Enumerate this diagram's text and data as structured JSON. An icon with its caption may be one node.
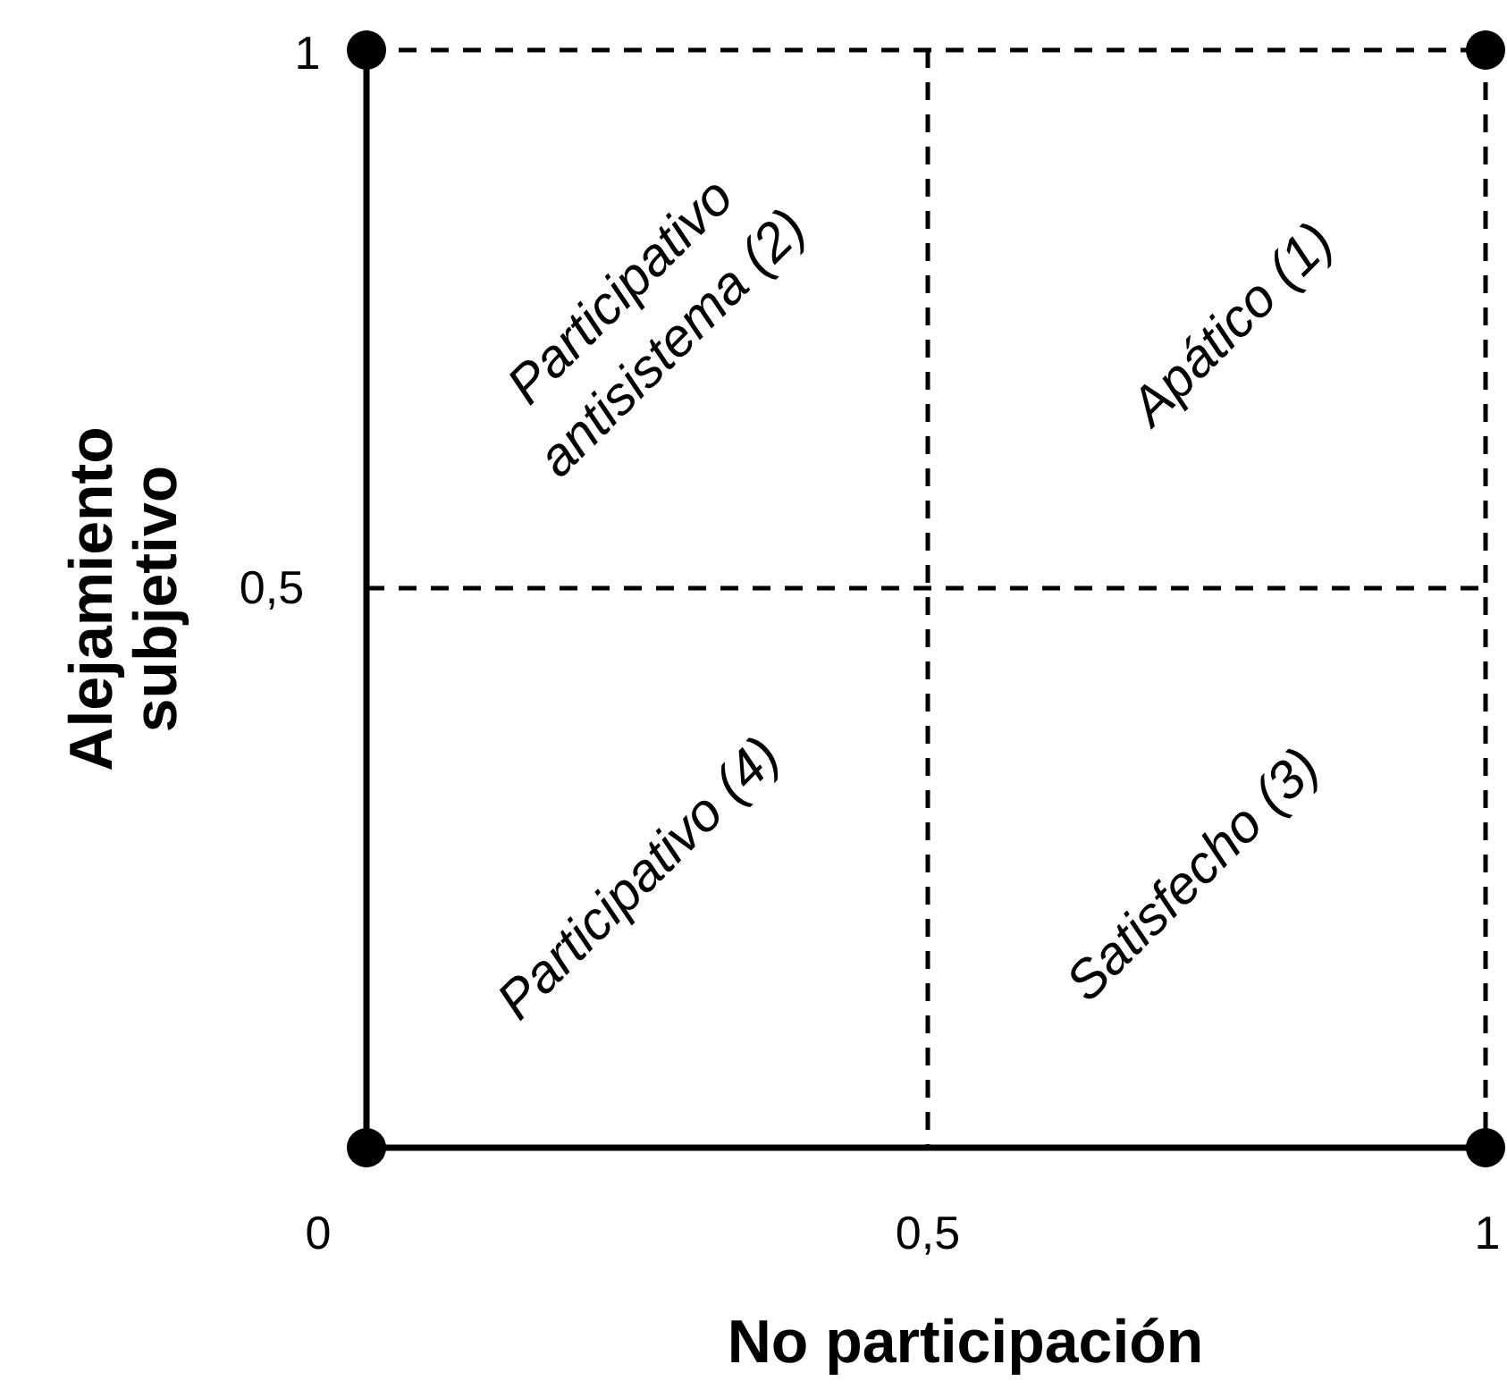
{
  "diagram": {
    "labels": [
      "1",
      "Participativo antisistema (2)",
      "Apático (1)",
      "0,5",
      "Alejamiento subjetivo",
      "Participativo (4)",
      "Satisfecho (3)",
      "0",
      "0,5",
      "1",
      "No participación"
    ]
  }
}
